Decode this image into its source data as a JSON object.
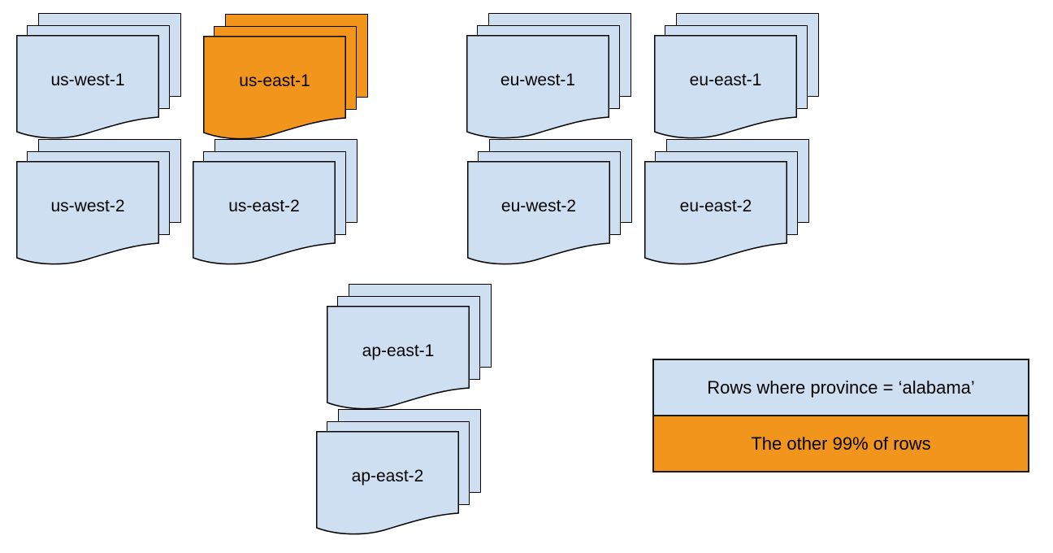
{
  "diagram": {
    "colors": {
      "page_blue": "#cfdff2",
      "page_orange": "#f2951c",
      "stroke": "#000000",
      "background": "#ffffff"
    },
    "stacks": [
      {
        "id": "us-west-1",
        "label": "us-west-1",
        "variant": "blue"
      },
      {
        "id": "us-east-1",
        "label": "us-east-1",
        "variant": "orange"
      },
      {
        "id": "eu-west-1",
        "label": "eu-west-1",
        "variant": "blue"
      },
      {
        "id": "eu-east-1",
        "label": "eu-east-1",
        "variant": "blue"
      },
      {
        "id": "us-west-2",
        "label": "us-west-2",
        "variant": "blue"
      },
      {
        "id": "us-east-2",
        "label": "us-east-2",
        "variant": "blue"
      },
      {
        "id": "eu-west-2",
        "label": "eu-west-2",
        "variant": "blue"
      },
      {
        "id": "eu-east-2",
        "label": "eu-east-2",
        "variant": "blue"
      },
      {
        "id": "ap-east-1",
        "label": "ap-east-1",
        "variant": "blue"
      },
      {
        "id": "ap-east-2",
        "label": "ap-east-2",
        "variant": "blue"
      }
    ],
    "legend": {
      "items": [
        {
          "label": "Rows where province = ‘alabama’",
          "variant": "blue"
        },
        {
          "label": "The other 99% of rows",
          "variant": "orange"
        }
      ]
    }
  }
}
